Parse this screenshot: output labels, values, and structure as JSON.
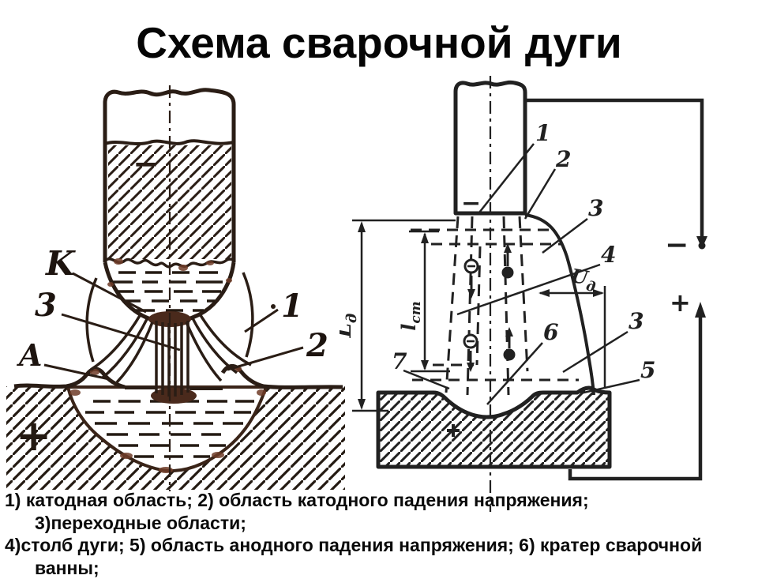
{
  "title": "Схема сварочной дуги",
  "caption": {
    "lines": [
      "1)  катодная область; 2) область катодного падения напряжения;",
      "3)переходные области;",
      "4)столб дуги; 5) область анодного падения напряжения; 6) кратер сварочной",
      "ванны;"
    ]
  },
  "left_figure": {
    "labels": {
      "cathode_K": "K",
      "transition_3": "3",
      "anode_A": "A",
      "callout_1": "1",
      "callout_2": "2"
    },
    "polarity": {
      "electrode_minus": "−",
      "workpiece_plus": "+"
    }
  },
  "right_figure": {
    "callouts": {
      "one": "1",
      "two": "2",
      "three_top": "3",
      "four": "4",
      "three_bottom": "3",
      "five": "5",
      "six": "6",
      "seven": "7"
    },
    "polarity": {
      "electrode_minus": "−",
      "source_minus": "−",
      "source_plus": "+",
      "workpiece_plus": "+"
    },
    "dimensions": {
      "arc_length": {
        "symbol": "L",
        "subscript": "д"
      },
      "column_length": {
        "symbol": "l",
        "subscript": "ст"
      },
      "arc_voltage": {
        "symbol": "U",
        "subscript": "д"
      }
    }
  },
  "colors": {
    "background": "#ffffff",
    "ink_right": "#212121",
    "ink_left": "#2a1d15",
    "rust": "#6f3c28",
    "text": "#050505"
  }
}
